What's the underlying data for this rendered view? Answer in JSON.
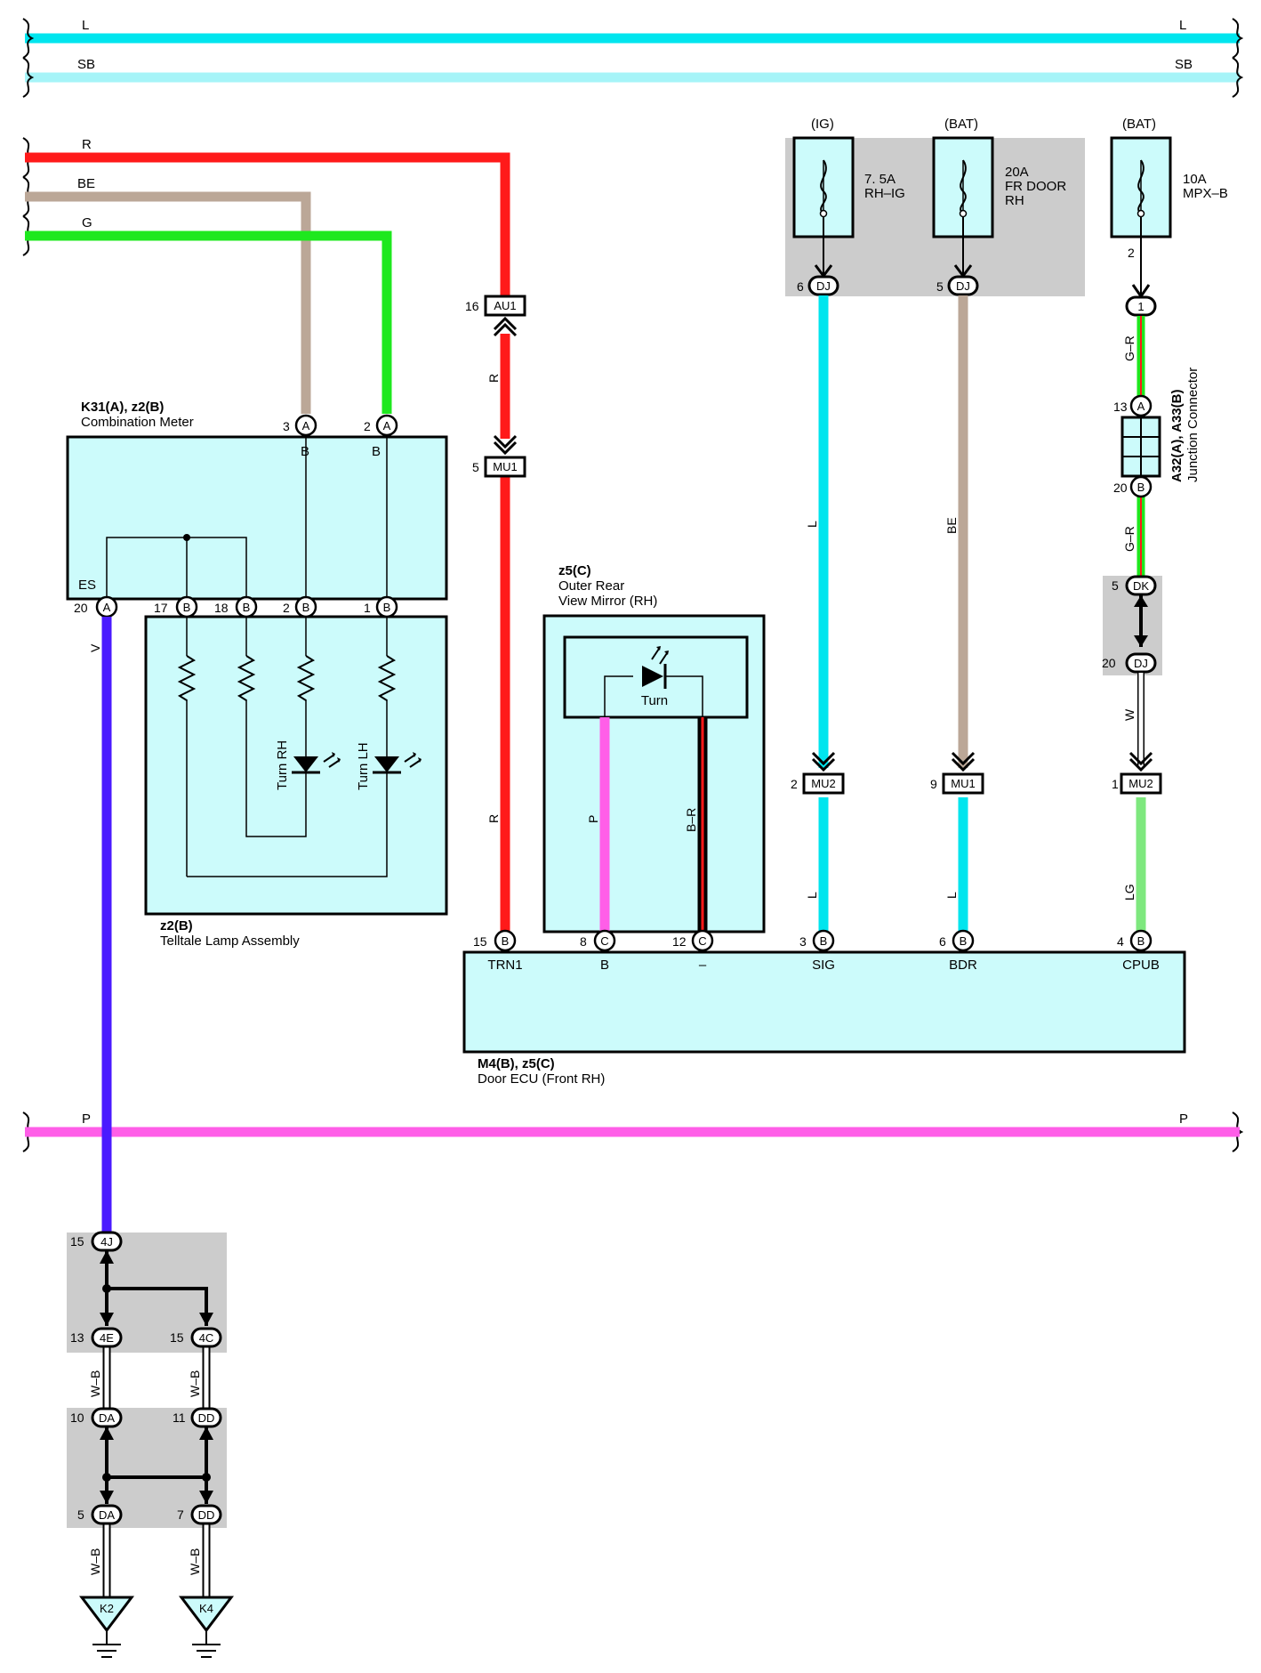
{
  "colors": {
    "L": "#00e5ee",
    "SB": "#a6f4f8",
    "R": "#ff1a1a",
    "BE": "#bba797",
    "G": "#1ee81e",
    "V": "#4a1aff",
    "P": "#ff5ee8",
    "LG": "#7ee87e",
    "box_fill": "#ccfbfb",
    "shade": "#cccccc"
  },
  "buses": {
    "L": "L",
    "SB": "SB",
    "R": "R",
    "BE": "BE",
    "G": "G",
    "P": "P"
  },
  "fuses": [
    {
      "source": "(IG)",
      "rating": "7. 5A",
      "name": "RH–IG",
      "name2": "",
      "pin": "6",
      "conn": "DJ"
    },
    {
      "source": "(BAT)",
      "rating": "20A",
      "name": "FR DOOR",
      "name2": "RH",
      "pin": "5",
      "conn": "DJ"
    },
    {
      "source": "(BAT)",
      "rating": "10A",
      "name": "MPX–B",
      "name2": "",
      "pin": "2",
      "conn": "1"
    }
  ],
  "combination_meter": {
    "id": "K31(A), z2(B)",
    "name": "Combination Meter",
    "pin_es": "ES",
    "pins_top": [
      {
        "num": "3",
        "conn": "A",
        "term": "B"
      },
      {
        "num": "2",
        "conn": "A",
        "term": "B"
      }
    ],
    "pins_bottom": [
      {
        "num": "20",
        "conn": "A"
      },
      {
        "num": "17",
        "conn": "B"
      },
      {
        "num": "18",
        "conn": "B"
      },
      {
        "num": "2",
        "conn": "B"
      },
      {
        "num": "1",
        "conn": "B"
      }
    ]
  },
  "telltale": {
    "id": "z2(B)",
    "name": "Telltale Lamp Assembly",
    "turn_rh": "Turn RH",
    "turn_lh": "Turn LH"
  },
  "mirror": {
    "id": "z5(C)",
    "name": "Outer Rear",
    "name2": "View Mirror (RH)",
    "lamp": "Turn"
  },
  "junction_connector": {
    "id": "A32(A), A33(B)",
    "name": "Junction Connector",
    "pin_top_num": "13",
    "pin_top_conn": "A",
    "pin_bot_num": "20",
    "pin_bot_conn": "B"
  },
  "connectors": {
    "au1": {
      "num": "16",
      "conn": "AU1"
    },
    "mu1_a": {
      "num": "5",
      "conn": "MU1"
    },
    "mu2_a": {
      "num": "2",
      "conn": "MU2"
    },
    "mu1_b": {
      "num": "9",
      "conn": "MU1"
    },
    "mu2_b": {
      "num": "1",
      "conn": "MU2"
    },
    "dk": {
      "num": "5",
      "conn": "DK"
    },
    "dj20": {
      "num": "20",
      "conn": "DJ"
    }
  },
  "door_ecu": {
    "id": "M4(B), z5(C)",
    "name": "Door ECU (Front RH)",
    "pins": [
      {
        "num": "15",
        "conn": "B",
        "term": "TRN1"
      },
      {
        "num": "8",
        "conn": "C",
        "term": "B"
      },
      {
        "num": "12",
        "conn": "C",
        "term": "–"
      },
      {
        "num": "3",
        "conn": "B",
        "term": "SIG"
      },
      {
        "num": "6",
        "conn": "B",
        "term": "BDR"
      },
      {
        "num": "4",
        "conn": "B",
        "term": "CPUB"
      }
    ]
  },
  "wire_labels": {
    "v": "V",
    "r": "R",
    "p": "P",
    "br": "B–R",
    "l": "L",
    "be": "BE",
    "gr": "G–R",
    "w": "W",
    "lg": "LG",
    "wb": "W–B"
  },
  "ground_connectors": [
    {
      "num": "15",
      "conn": "4J"
    },
    {
      "num": "13",
      "conn": "4E"
    },
    {
      "num": "15",
      "conn": "4C"
    },
    {
      "num": "10",
      "conn": "DA"
    },
    {
      "num": "11",
      "conn": "DD"
    },
    {
      "num": "5",
      "conn": "DA"
    },
    {
      "num": "7",
      "conn": "DD"
    }
  ],
  "grounds": [
    "K2",
    "K4"
  ]
}
